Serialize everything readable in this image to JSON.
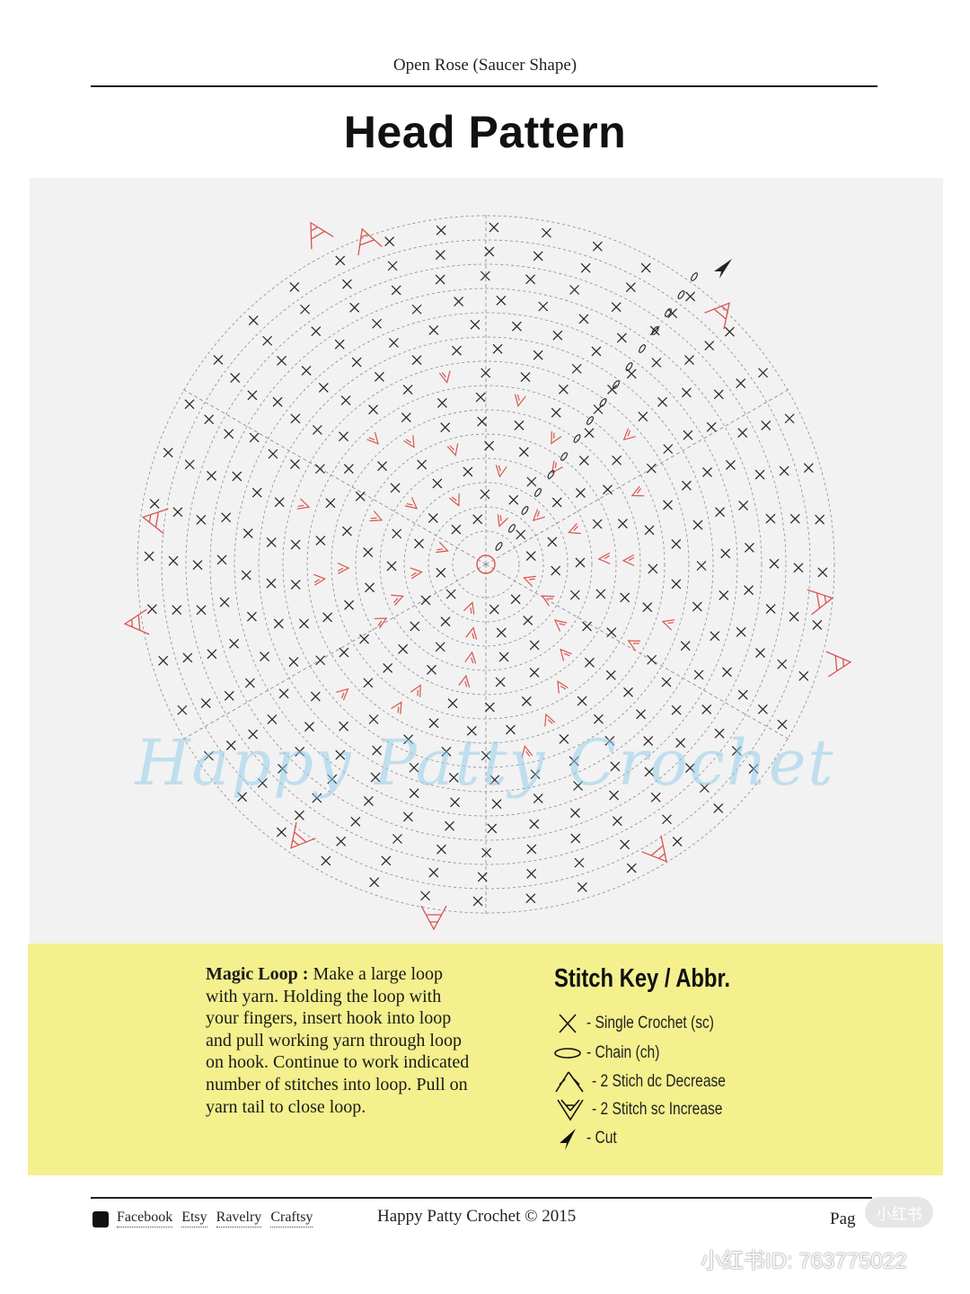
{
  "header": {
    "running_head": "Open Rose (Saucer Shape)",
    "title": "Head Pattern"
  },
  "diagram": {
    "watermark_text": "Happy Patty Crochet",
    "rounds": 14,
    "colors": {
      "guide": "#8a8a8a",
      "stitch": "#222222",
      "highlight": "#d9534f",
      "panel": "#f2f2f2"
    }
  },
  "magic_loop": {
    "heading": "Magic Loop :",
    "body": "Make a large loop with yarn. Holding the loop with your fingers, insert hook into loop and pull working yarn through loop on hook. Continue to work indicated number of stitches into loop. Pull on yarn tail to close loop."
  },
  "stitch_key": {
    "title": "Stitch Key / Abbr.",
    "items": [
      {
        "icon": "single-crochet-icon",
        "label": "- Single Crochet (sc)"
      },
      {
        "icon": "chain-icon",
        "label": "- Chain (ch)"
      },
      {
        "icon": "dc-decrease-icon",
        "label": "- 2 Stich dc Decrease"
      },
      {
        "icon": "sc-increase-icon",
        "label": "- 2 Stitch sc Increase"
      },
      {
        "icon": "cut-icon",
        "label": "- Cut"
      }
    ]
  },
  "footer": {
    "links": [
      "Facebook",
      "Etsy",
      "Ravelry",
      "Craftsy"
    ],
    "copyright": "Happy Patty Crochet © 2015",
    "page_label": "Pag"
  },
  "overlay": {
    "logo_text": "小红书",
    "user_id": "小红书ID: 763775022"
  }
}
